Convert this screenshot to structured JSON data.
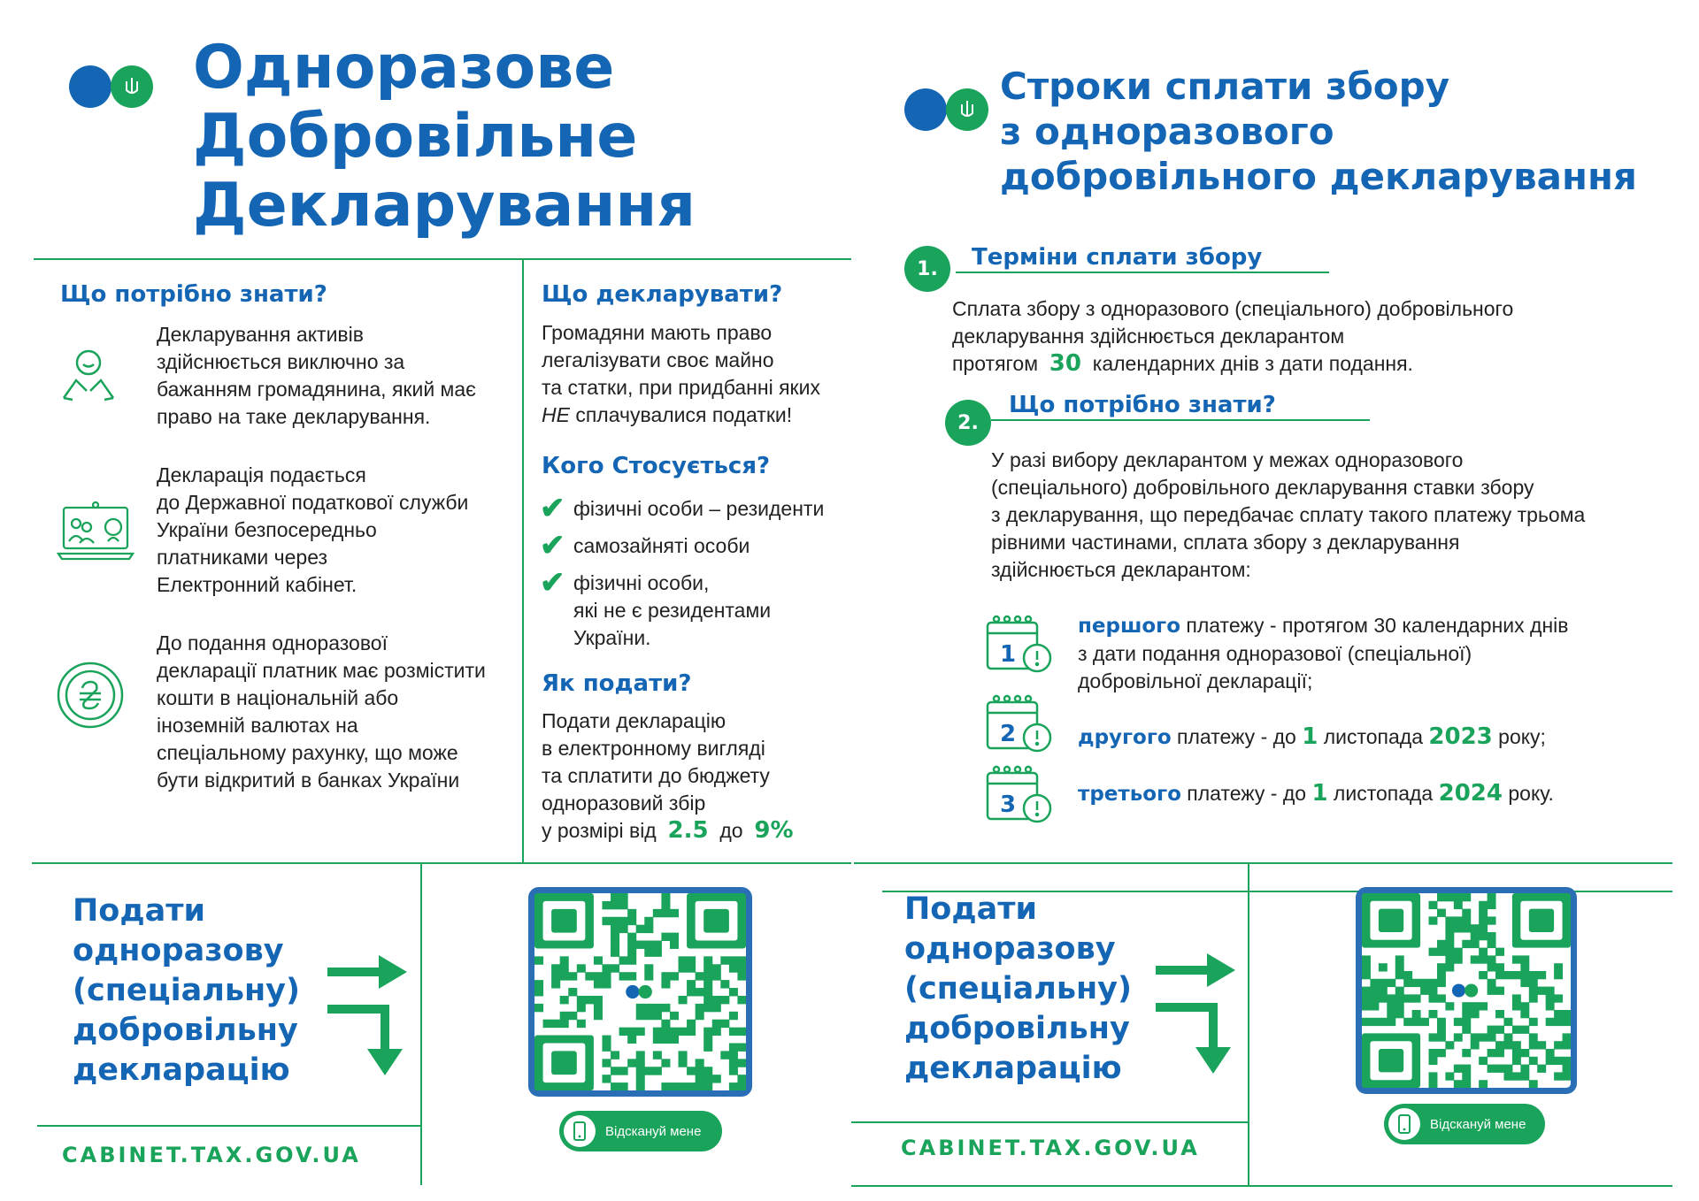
{
  "left": {
    "title_lines": [
      "Одноразове",
      "Добровільне",
      "Декларування"
    ],
    "need_to_know": {
      "heading": "Що потрібно знати?",
      "items": [
        {
          "icon": "person-icon",
          "lines": [
            "Декларування активів",
            "здійснюється виключно за",
            "бажанням громадянина, який має",
            "право на таке декларування."
          ]
        },
        {
          "icon": "laptop-people-icon",
          "lines": [
            "Декларація подається",
            "до Державної податкової служби",
            "України безпосередньо",
            "платниками через",
            "Електронний кабінет."
          ]
        },
        {
          "icon": "hryvnia-coin-icon",
          "lines": [
            "До подання одноразової",
            "декларації платник має розмістити",
            "кошти в національній або",
            "іноземній валютах на",
            "спеціальному рахунку, що може",
            "бути відкритий в банках України"
          ]
        }
      ]
    },
    "what_to_declare": {
      "heading": "Що декларувати?",
      "lines": [
        "Громадяни мають право",
        "легалізувати своє майно",
        "та статки, при придбанні яких"
      ],
      "last_em": "НЕ",
      "last_rest": " сплачувалися податки!"
    },
    "who": {
      "heading": "Кого Стосується?",
      "items": [
        [
          "фізичні особи – резиденти"
        ],
        [
          "самозайняті особи"
        ],
        [
          "фізичні особи,",
          "які не є резидентами",
          "України."
        ]
      ]
    },
    "how": {
      "heading": "Як подати?",
      "lines": [
        "Подати декларацію",
        "в електронному вигляді",
        "та сплатити до бюджету",
        "одноразовий збір"
      ],
      "rate_prefix": "у розмірі від",
      "rate_from": "2.5",
      "rate_mid": "до",
      "rate_to": "9%"
    },
    "cta_lines": [
      "Подати",
      "одноразову",
      "(спеціальну)",
      "добровільну",
      "декларацію"
    ],
    "site": "CABINET.TAX.GOV.UA",
    "scan_label": "Відскануй мене"
  },
  "right": {
    "title_lines": [
      "Строки сплати збору",
      "з одноразового",
      "добровільного декларування"
    ],
    "s1": {
      "num": "1.",
      "heading": "Терміни сплати збору",
      "line1": "Сплата збору з одноразового (спеціального) добровільного",
      "line2": "декларування здійснюється декларантом",
      "line3_pre": "протягом",
      "line3_num": "30",
      "line3_post": "календарних днів з дати подання."
    },
    "s2": {
      "num": "2.",
      "heading": "Що потрібно знати?",
      "lines": [
        "У разі вибору декларантом у межах одноразового",
        "(спеціального) добровільного декларування ставки збору",
        "з декларування, що передбачає сплату такого платежу трьома",
        "рівними частинами, сплата збору з декларування",
        "здійснюється декларантом:"
      ]
    },
    "payments": [
      {
        "cal": "1",
        "key": "першого",
        "lines": [
          " платежу - протягом 30 календарних днів",
          "з дати подання одноразової (спеціальної)",
          "добровільної декларації;"
        ]
      },
      {
        "cal": "2",
        "key": "другого",
        "pre": " платежу - до ",
        "d": "1",
        "mid": " листопада ",
        "year": "2023",
        "post": " року;"
      },
      {
        "cal": "3",
        "key": "третього",
        "pre": " платежу - до ",
        "d": "1",
        "mid": " листопада ",
        "year": "2024",
        "post": " року."
      }
    ],
    "cta_lines": [
      "Подати",
      "одноразову",
      "(спеціальну)",
      "добровільну",
      "декларацію"
    ],
    "site": "CABINET.TAX.GOV.UA",
    "scan_label": "Відскануй мене"
  },
  "colors": {
    "blue": "#1466b4",
    "green": "#1aa35a",
    "qr_frame": "#2a6fb6"
  }
}
